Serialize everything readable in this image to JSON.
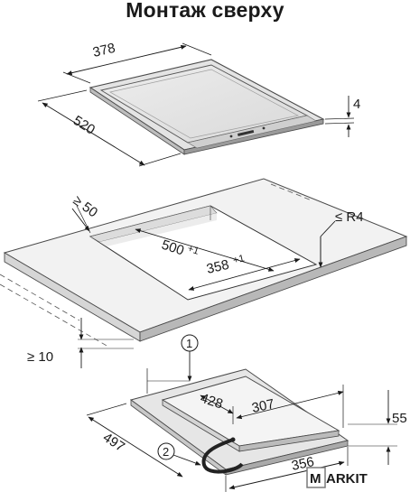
{
  "title": "Монтаж сверху",
  "cooktop": {
    "width": "378",
    "depth": "520",
    "height": "4"
  },
  "cutout": {
    "edge_min": "≥ 50",
    "length": "500",
    "length_tol": "+1",
    "width": "358",
    "width_tol": "+1",
    "radius": "≤ R4",
    "thickness_min": "≥ 10"
  },
  "base": {
    "callout_1": "1",
    "callout_2": "2",
    "dim_428": "428",
    "dim_307": "307",
    "dim_55": "55",
    "dim_497": "497",
    "dim_356": "356"
  },
  "watermark": {
    "letter": "M",
    "rest": "ARKIT"
  }
}
